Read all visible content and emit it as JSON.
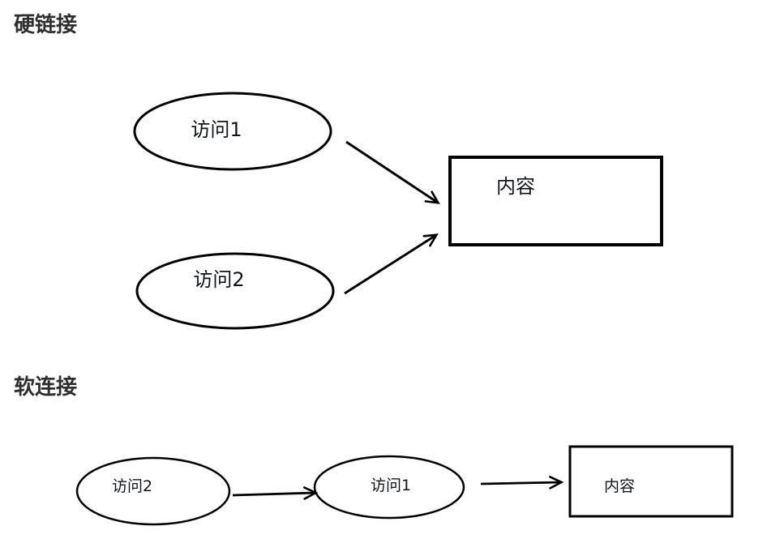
{
  "diagram": {
    "colors": {
      "background": "#ffffff",
      "stroke": "#000000",
      "title_text": "#2e2e2e",
      "label_text": "#101418"
    },
    "sections": [
      {
        "title": "硬链接",
        "nodes": [
          {
            "id": "hard-access-1",
            "shape": "ellipse",
            "label": "访问1"
          },
          {
            "id": "hard-access-2",
            "shape": "ellipse",
            "label": "访问2"
          },
          {
            "id": "hard-content",
            "shape": "rect",
            "label": "内容"
          }
        ],
        "edges": [
          {
            "from": "hard-access-1",
            "to": "hard-content"
          },
          {
            "from": "hard-access-2",
            "to": "hard-content"
          }
        ]
      },
      {
        "title": "软连接",
        "nodes": [
          {
            "id": "soft-access-2",
            "shape": "ellipse",
            "label": "访问2"
          },
          {
            "id": "soft-access-1",
            "shape": "ellipse",
            "label": "访问1"
          },
          {
            "id": "soft-content",
            "shape": "rect",
            "label": "内容"
          }
        ],
        "edges": [
          {
            "from": "soft-access-2",
            "to": "soft-access-1"
          },
          {
            "from": "soft-access-1",
            "to": "soft-content"
          }
        ]
      }
    ]
  }
}
